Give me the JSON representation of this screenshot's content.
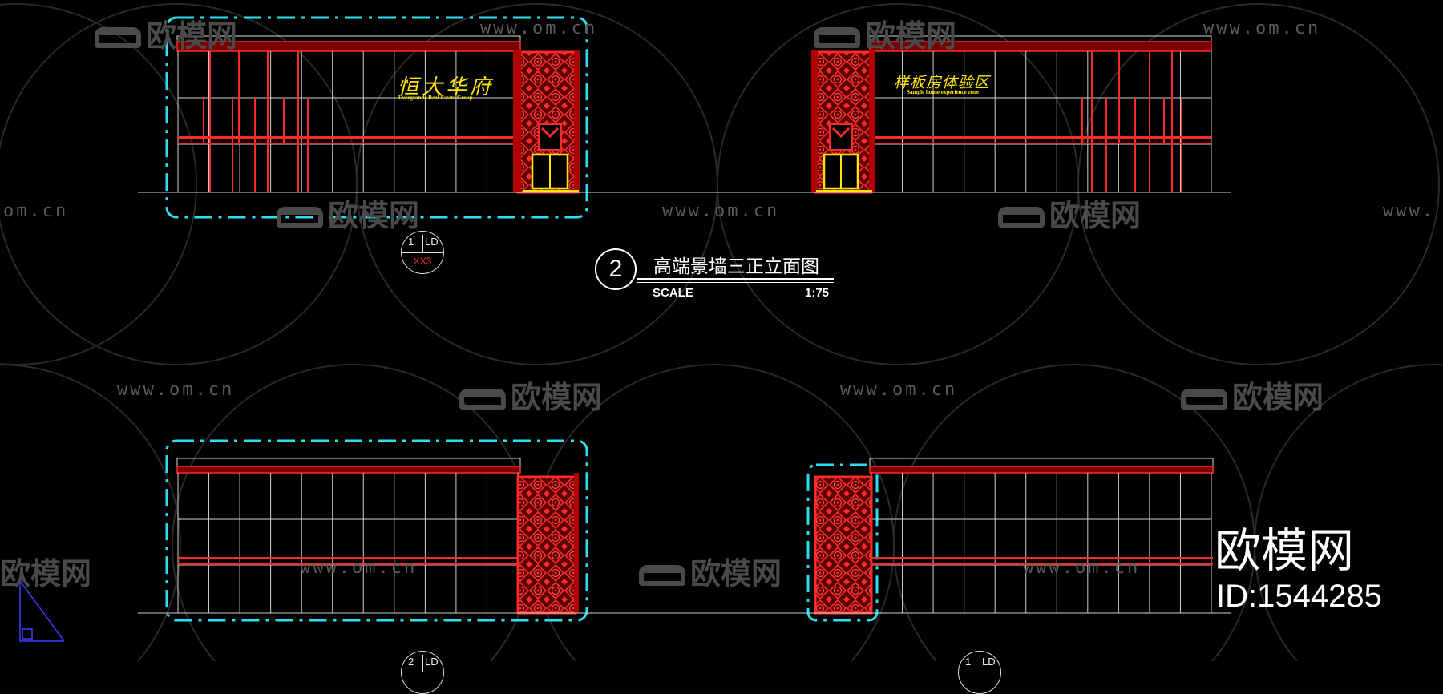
{
  "drawing": {
    "title_number": "2",
    "title": "高端景墙三正立面图",
    "scale_label": "SCALE",
    "scale_value": "1:75"
  },
  "callouts": [
    {
      "number": "1",
      "type": "LD",
      "ref": "XX3"
    },
    {
      "number": "2",
      "type": "LD",
      "ref": ""
    },
    {
      "number": "1",
      "type": "LD",
      "ref": ""
    }
  ],
  "signs": {
    "left_main": "恒大华府",
    "left_sub": "Evergrande Real Estate Group",
    "right_main": "样板房体验区",
    "right_sub": "Sample house experience zone"
  },
  "watermark": {
    "url_text": "www.om.cn",
    "logo_text": "欧模网",
    "url_fragment": "om.cn",
    "url_fragment_left": "www."
  },
  "brand": {
    "name": "欧模网",
    "id": "ID:1544285"
  },
  "colors": {
    "background": "#000000",
    "red": "#ff2020",
    "cyan": "#2ae0f0",
    "yellow": "#ffe600",
    "line": "#e8e8e8"
  }
}
